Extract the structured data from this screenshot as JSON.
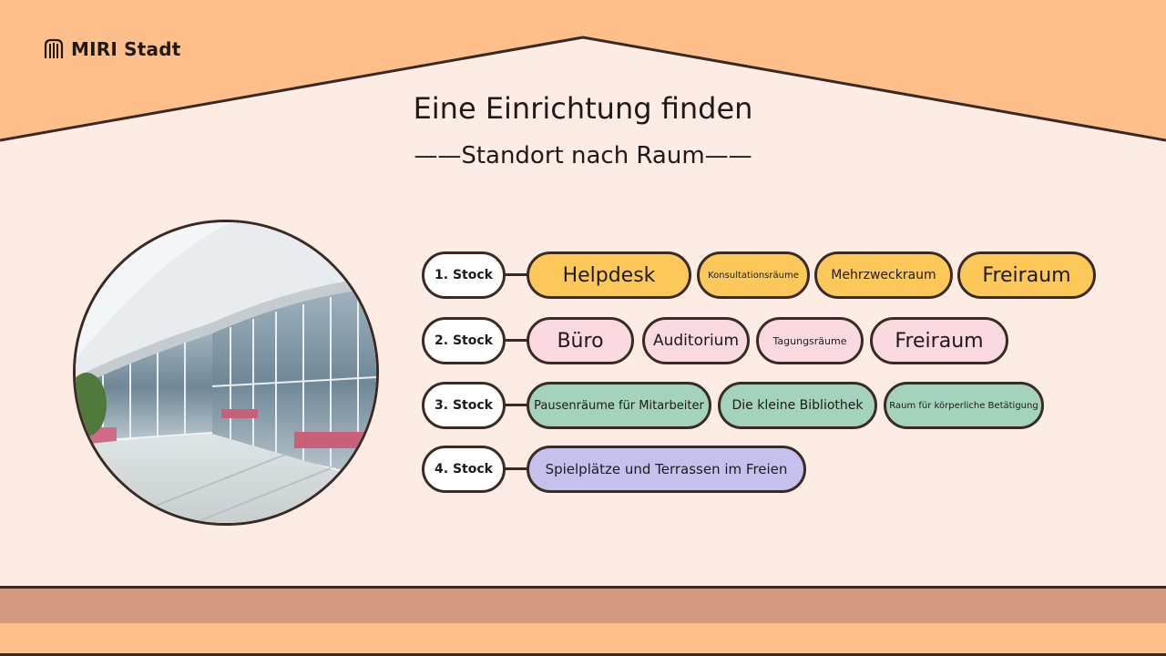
{
  "brand": {
    "name": "MIRI Stadt",
    "icon": "building-logo-icon"
  },
  "heading": {
    "title": "Eine Einrichtung finden",
    "subtitle": "——Standort nach Raum——"
  },
  "colors": {
    "roof": "#ffbf8a",
    "background": "#fdece4",
    "floor_stripe": "#d49a7f",
    "floor_base": "#ffbf8a",
    "floor1": "#fdc85a",
    "floor2": "#fbd9e0",
    "floor3": "#a3d2bd",
    "floor4": "#c4c2ec"
  },
  "floors": [
    {
      "label": "1. Stock",
      "rooms": [
        "Helpdesk",
        "Konsultationsräume",
        "Mehrzweckraum",
        "Freiraum"
      ]
    },
    {
      "label": "2. Stock",
      "rooms": [
        "Büro",
        "Auditorium",
        "Tagungsräume",
        "Freiraum"
      ]
    },
    {
      "label": "3. Stock",
      "rooms": [
        "Pausenräume für Mitarbeiter",
        "Die kleine Bibliothek",
        "Raum für körperliche Betätigung"
      ]
    },
    {
      "label": "4. Stock",
      "rooms": [
        "Spielplätze und Terrassen im Freien"
      ]
    }
  ]
}
